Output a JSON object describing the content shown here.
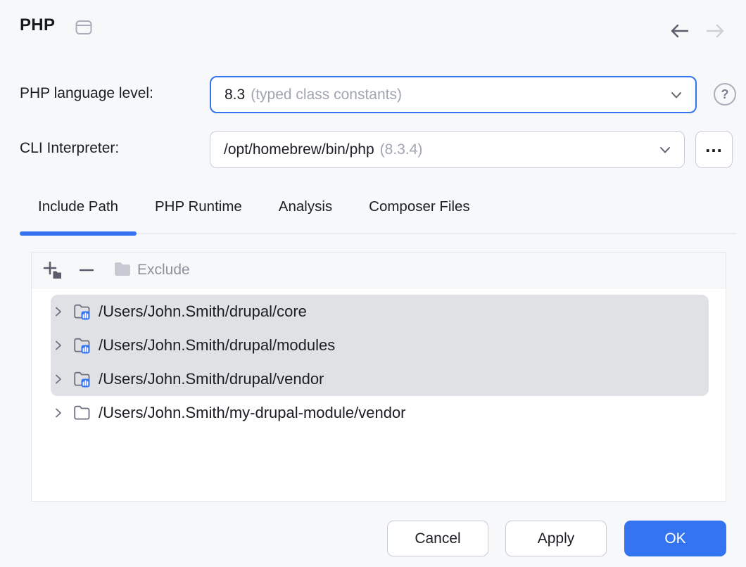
{
  "header": {
    "title": "PHP"
  },
  "form": {
    "language_level": {
      "label": "PHP language level:",
      "value": "8.3",
      "hint": "(typed class constants)"
    },
    "interpreter": {
      "label": "CLI Interpreter:",
      "value": "/opt/homebrew/bin/php",
      "hint": "(8.3.4)",
      "browse": "..."
    },
    "help": "?"
  },
  "tabs": {
    "items": [
      {
        "label": "Include Path",
        "selected": true
      },
      {
        "label": "PHP Runtime",
        "selected": false
      },
      {
        "label": "Analysis",
        "selected": false
      },
      {
        "label": "Composer Files",
        "selected": false
      }
    ]
  },
  "paths_panel": {
    "toolbar": {
      "add_icon": "add-directory-icon",
      "remove_icon": "remove-icon",
      "exclude": {
        "icon": "folder-icon",
        "label": "Exclude"
      }
    },
    "items": [
      {
        "path": "/Users/John.Smith/drupal/core",
        "icon": "library-folder-icon",
        "selected": true
      },
      {
        "path": "/Users/John.Smith/drupal/modules",
        "icon": "library-folder-icon",
        "selected": true
      },
      {
        "path": "/Users/John.Smith/drupal/vendor",
        "icon": "library-folder-icon",
        "selected": true
      },
      {
        "path": "/Users/John.Smith/my-drupal-module/vendor",
        "icon": "folder-icon",
        "selected": false
      }
    ]
  },
  "footer": {
    "cancel": "Cancel",
    "apply": "Apply",
    "ok": "OK"
  },
  "colors": {
    "accent": "#3574F0",
    "background": "#F7F8FA",
    "selection": "#DFE1E5",
    "border": "#C8CCD4",
    "panel_border": "#E4E6EB",
    "hint_text": "#A0A5B2",
    "secondary_text": "#8D919D",
    "text": "#1C1E24"
  }
}
